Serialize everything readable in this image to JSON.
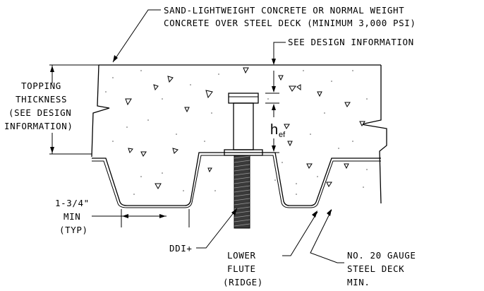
{
  "labels": {
    "concrete_line1": "SAND-LIGHTWEIGHT CONCRETE OR NORMAL WEIGHT",
    "concrete_line2": "CONCRETE OVER STEEL DECK (MINIMUM 3,000 PSI)",
    "see_design": "SEE DESIGN INFORMATION",
    "topping_line1": "TOPPING",
    "topping_line2": "THICKNESS",
    "topping_line3": "(SEE DESIGN",
    "topping_line4": "INFORMATION)",
    "hef_main": "h",
    "hef_sub": "ef",
    "min_dim_line1": "1-3/4\"",
    "min_dim_line2": "MIN",
    "min_dim_line3": "(TYP)",
    "anchor": "DDI+",
    "flute_line1": "LOWER",
    "flute_line2": "FLUTE",
    "flute_line3": "(RIDGE)",
    "deck_line1": "NO. 20 GAUGE",
    "deck_line2": "STEEL DECK",
    "deck_line3": "MIN."
  }
}
